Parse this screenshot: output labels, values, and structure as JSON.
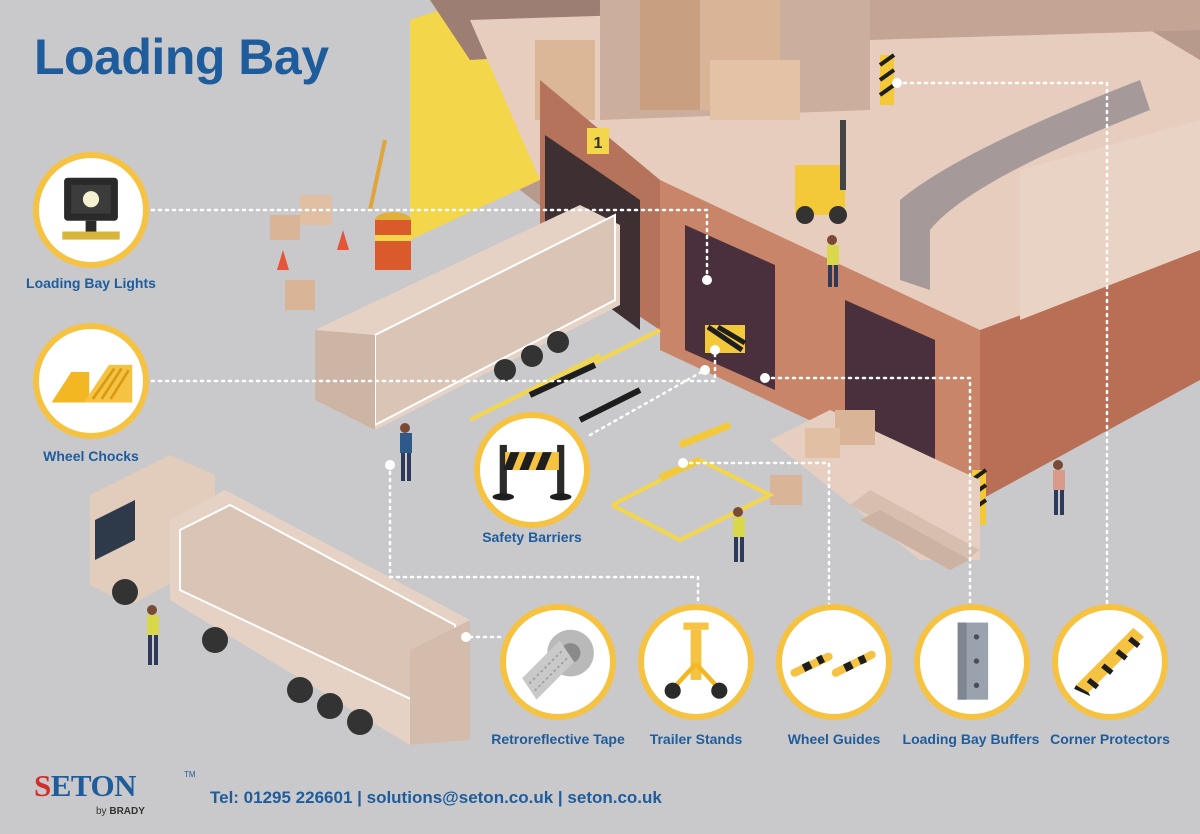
{
  "title": "Loading Bay",
  "features": [
    {
      "label": "Loading Bay Lights",
      "icon": "floodlight-icon"
    },
    {
      "label": "Wheel Chocks",
      "icon": "wheel-chock-icon"
    },
    {
      "label": "Safety Barriers",
      "icon": "safety-barrier-icon"
    },
    {
      "label": "Retroreflective Tape",
      "icon": "tape-roll-icon"
    },
    {
      "label": "Trailer Stands",
      "icon": "trailer-stand-icon"
    },
    {
      "label": "Wheel Guides",
      "icon": "wheel-guide-icon"
    },
    {
      "label": "Loading Bay Buffers",
      "icon": "dock-buffer-icon"
    },
    {
      "label": "Corner Protectors",
      "icon": "corner-protector-icon"
    }
  ],
  "scene_signs": {
    "bay_number": "1"
  },
  "brand": {
    "name": "SETON",
    "name_s": "S",
    "name_rest": "ETON",
    "tm": "TM",
    "by": "by",
    "parent": "BRADY"
  },
  "contact": "Tel: 01295 226601 | solutions@seton.co.uk | seton.co.uk",
  "colors": {
    "brand_blue": "#1f5c9c",
    "accent_yellow": "#f6c242",
    "background": "#c9c9cb",
    "hazard_black": "#1e1e1e"
  }
}
